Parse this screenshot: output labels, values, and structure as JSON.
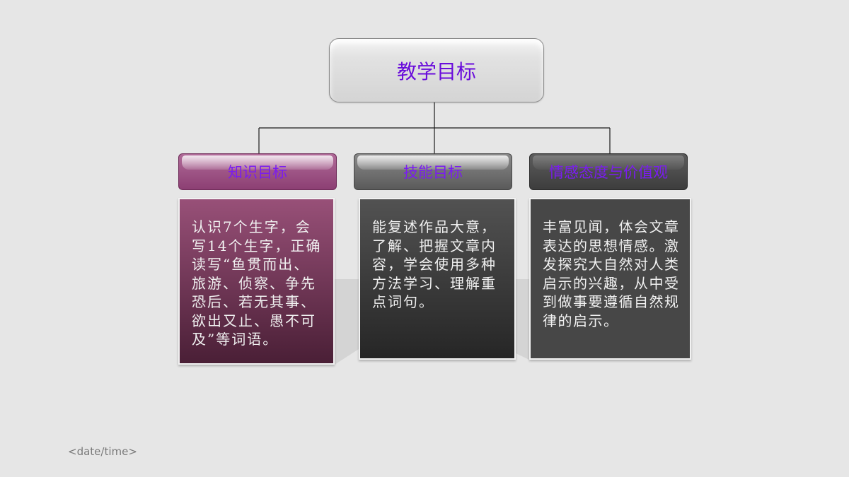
{
  "root": {
    "title": "教学目标",
    "color": "#6a0ddb"
  },
  "categories": [
    {
      "title": "知识目标",
      "content": "认识7个生字，会写14个生字，正确读写“鱼贯而出、旅游、侦察、争先恐后、若无其事、欲出又止、愚不可及”等词语。"
    },
    {
      "title": "技能目标",
      "content": "能复述作品大意，了解、把握文章内容，学会使用多种方法学习、理解重点词句。"
    },
    {
      "title": "情感态度与价值观",
      "content": "丰富见闻，体会文章表达的思想情感。激发探究大自然对人类启示的兴趣，从中受到做事要遵循自然规律的启示。"
    }
  ],
  "colors": {
    "knowledge": "#985078",
    "skill": "#525252",
    "emotion": "#474747",
    "heading_text": "#7a1cf0"
  },
  "footer": {
    "date_placeholder": "<date/time>"
  }
}
